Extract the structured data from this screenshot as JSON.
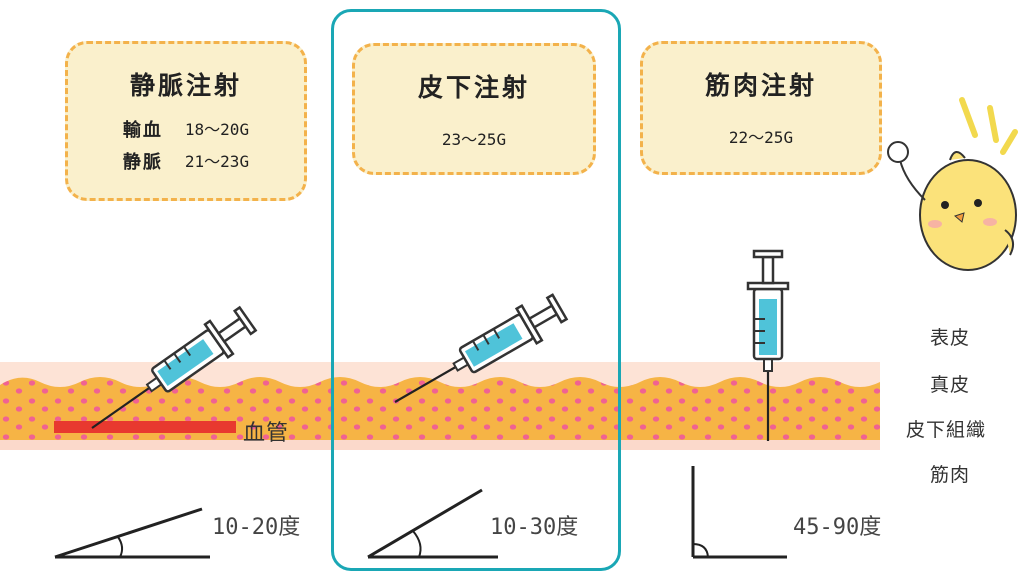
{
  "cards": {
    "iv": {
      "title": "静脈注射",
      "rows": [
        {
          "key": "輸血",
          "value": "18〜20G"
        },
        {
          "key": "静脈",
          "value": "21〜23G"
        }
      ]
    },
    "sc": {
      "title": "皮下注射",
      "gauge": "23〜25G"
    },
    "im": {
      "title": "筋肉注射",
      "gauge": "22〜25G"
    }
  },
  "labels": {
    "vessel": "血管",
    "angle_iv": "10-20度",
    "angle_sc": "10-30度",
    "angle_im": "45-90度"
  },
  "layers": [
    "表皮",
    "真皮",
    "皮下組織",
    "筋肉"
  ],
  "colors": {
    "card_fill": "#faf0cc",
    "card_border": "#f3b24b",
    "highlight_frame": "#1aa7b5",
    "epidermis": "#f9d3c6",
    "fat": "#f5b041",
    "fat_dots": "#f06292",
    "vessel": "#e8392f",
    "syringe_fluid": "#4fc3d9",
    "chick": "#fbe27a"
  },
  "icons": [
    "syringe-icon",
    "chick-mascot-icon",
    "angle-icon"
  ]
}
